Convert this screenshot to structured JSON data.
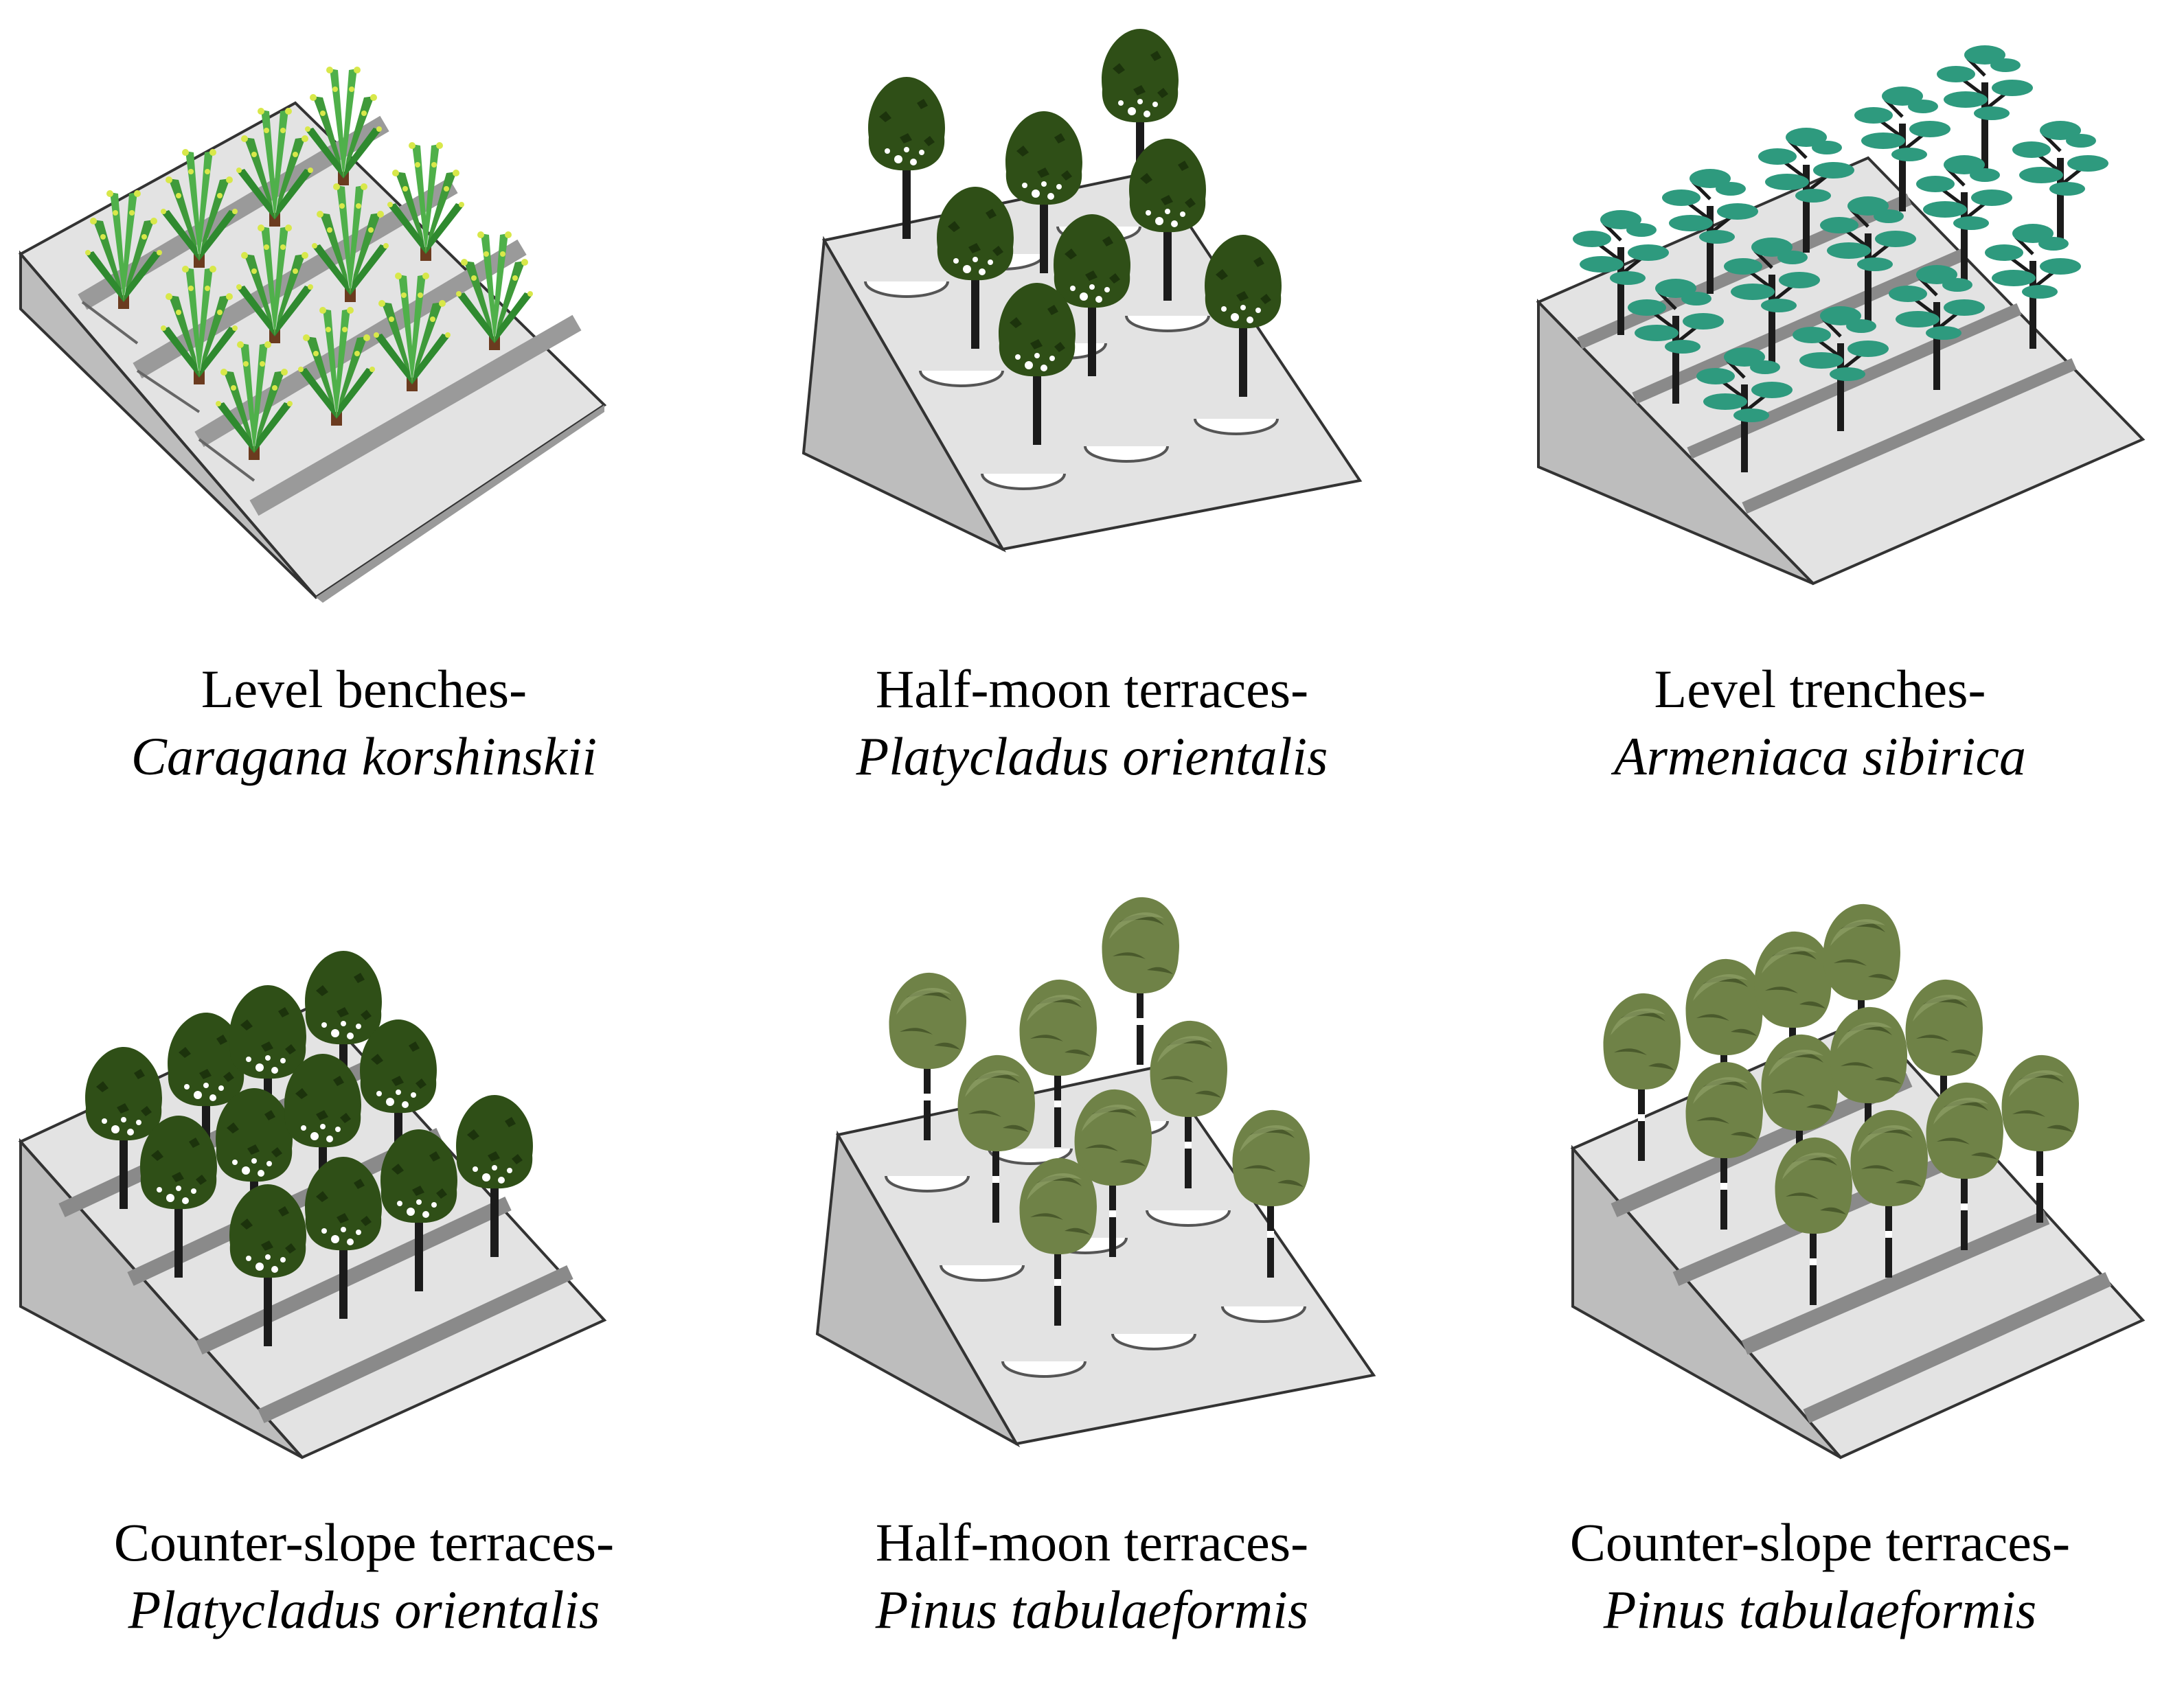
{
  "panels": [
    {
      "technique": "Level benches-",
      "species": "Caragana korshinskii"
    },
    {
      "technique": "Half-moon terraces-",
      "species": "Platycladus orientalis"
    },
    {
      "technique": "Level trenches-",
      "species": "Armeniaca sibirica"
    },
    {
      "technique": "Counter-slope terraces-",
      "species": "Platycladus orientalis"
    },
    {
      "technique": "Half-moon terraces-",
      "species": "Pinus tabulaeformis"
    },
    {
      "technique": "Counter-slope terraces-",
      "species": "Pinus tabulaeformis"
    }
  ],
  "colors": {
    "slope_fill": "#e3e3e3",
    "slope_side": "#bdbdbd",
    "bench_shadow": "#9a9a9a",
    "shrub_green": "#3f9a3a",
    "shrub_yellow": "#d8e84a",
    "cypress_dark": "#2f4f17",
    "apricot_teal": "#2e9a7e",
    "pine_olive": "#6f8247",
    "trunk": "#1b1b1b"
  },
  "icons": {
    "panel_1": "shrub-icon",
    "panel_2": "cypress-tree-icon",
    "panel_3": "apricot-tree-icon",
    "panel_4": "cypress-tree-icon",
    "panel_5": "pine-tree-icon",
    "panel_6": "pine-tree-icon"
  }
}
